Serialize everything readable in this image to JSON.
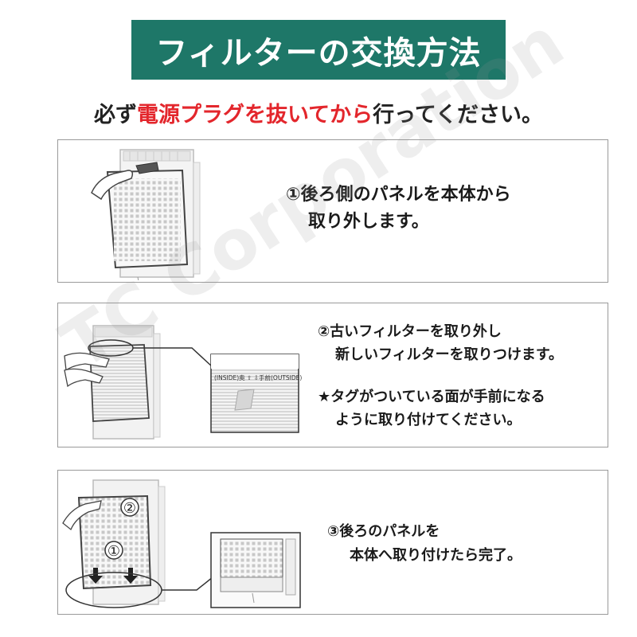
{
  "title": "フィルターの交換方法",
  "notice": {
    "pre": "必ず",
    "highlight": "電源プラグを抜いてから",
    "post": "行ってください。"
  },
  "steps": [
    {
      "line1": "①後ろ側のパネルを本体から",
      "line2": "取り外します。"
    },
    {
      "line1": "②古いフィルターを取り外し",
      "line2": "新しいフィルターを取りつけます。",
      "note1": "★タグがついている面が手前になる",
      "note2": "ように取り付けてください。"
    },
    {
      "line1": "③後ろのパネルを",
      "line2": "本体へ取り付けたら完了。"
    }
  ],
  "zoom_label": "(INSIDE)奥 ⇧ ⇩手前(OUTSIDE)",
  "markers": {
    "m1": "①",
    "m2": "②"
  },
  "watermark": "TC Corporation",
  "colors": {
    "banner": "#1e7768",
    "highlight": "#e3262c"
  }
}
